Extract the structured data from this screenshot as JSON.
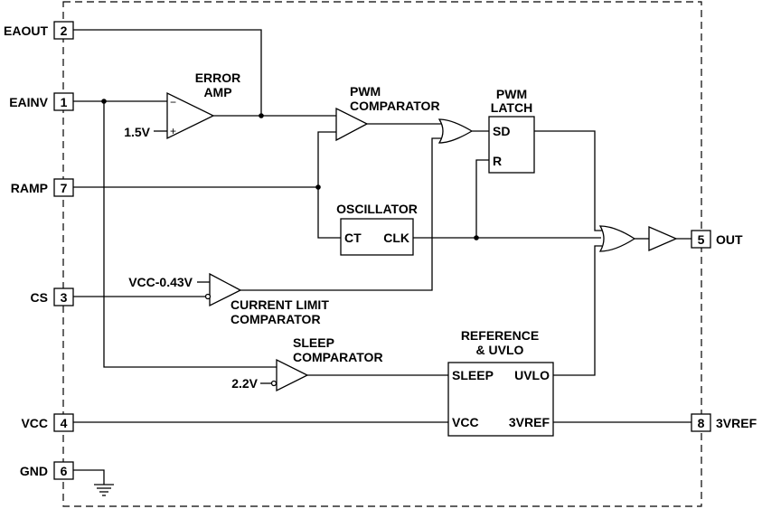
{
  "pins": {
    "eaout": {
      "number": "2",
      "name": "EAOUT"
    },
    "eainv": {
      "number": "1",
      "name": "EAINV"
    },
    "ramp": {
      "number": "7",
      "name": "RAMP"
    },
    "cs": {
      "number": "3",
      "name": "CS"
    },
    "vcc": {
      "number": "4",
      "name": "VCC"
    },
    "gnd": {
      "number": "6",
      "name": "GND"
    },
    "out": {
      "number": "5",
      "name": "OUT"
    },
    "vref": {
      "number": "8",
      "name": "3VREF"
    }
  },
  "blocks": {
    "error_amp": {
      "title_line1": "ERROR",
      "title_line2": "AMP",
      "ref": "1.5V",
      "minus": "−",
      "plus": "+"
    },
    "pwm_comparator": {
      "title_line1": "PWM",
      "title_line2": "COMPARATOR"
    },
    "pwm_latch": {
      "title_line1": "PWM",
      "title_line2": "LATCH",
      "sd": "SD",
      "r": "R"
    },
    "oscillator": {
      "title": "OSCILLATOR",
      "ct": "CT",
      "clk": "CLK"
    },
    "current_limit": {
      "ref": "VCC-0.43V",
      "title_line1": "CURRENT LIMIT",
      "title_line2": "COMPARATOR"
    },
    "sleep_comparator": {
      "title_line1": "SLEEP",
      "title_line2": "COMPARATOR",
      "ref": "2.2V"
    },
    "reference_uvlo": {
      "title_line1": "REFERENCE",
      "title_line2": "& UVLO",
      "sleep": "SLEEP",
      "uvlo": "UVLO",
      "vcc": "VCC",
      "vref": "3VREF"
    }
  }
}
